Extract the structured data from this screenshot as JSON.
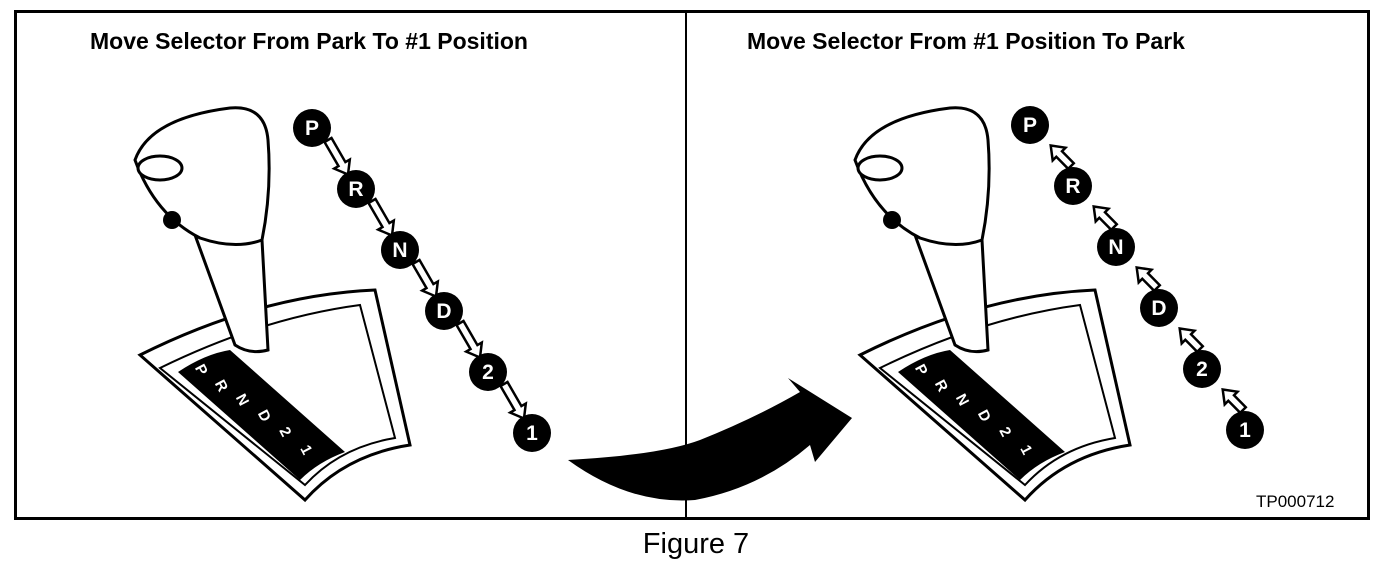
{
  "figure": {
    "left_title": "Move Selector From Park To #1 Position",
    "right_title": "Move Selector From #1 Position To Park",
    "caption": "Figure 7",
    "reference_code": "TP000712"
  },
  "gear_sequence": [
    "P",
    "R",
    "N",
    "D",
    "2",
    "1"
  ],
  "colors": {
    "ink": "#000000",
    "paper": "#ffffff"
  }
}
